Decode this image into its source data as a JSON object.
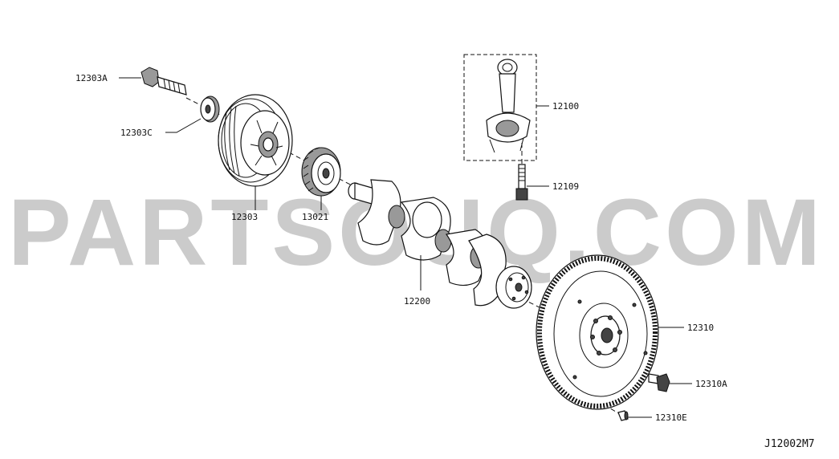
{
  "diagram": {
    "code": "J12002M7",
    "watermark": "PARTSOUQ.COM",
    "parts": {
      "bolt_pulley": "12303A",
      "washer": "12303C",
      "pulley": "12303",
      "sprocket": "13021",
      "crankshaft": "12200",
      "connecting_rod": "12100",
      "rod_bolt": "12109",
      "flywheel": "12310",
      "flywheel_bolt": "12310A",
      "dowel_pin": "12310E"
    }
  }
}
